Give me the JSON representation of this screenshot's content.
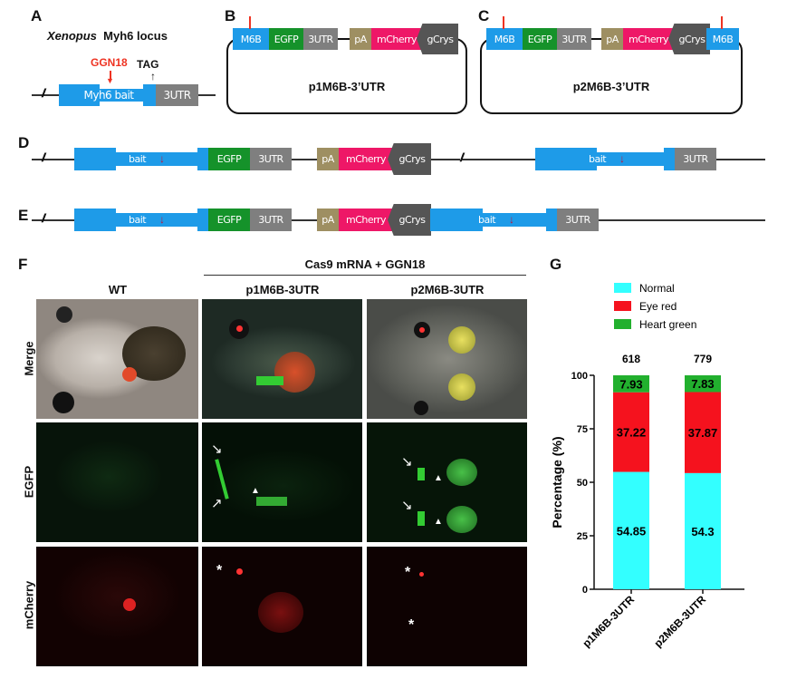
{
  "panels": {
    "A": "A",
    "B": "B",
    "C": "C",
    "D": "D",
    "E": "E",
    "F": "F",
    "G": "G"
  },
  "panel_a": {
    "title_italic": "Xenopus",
    "title_rest": "Myh6 locus",
    "guide": "GGN18",
    "tag": "TAG",
    "bait": "Myh6 bait",
    "utr": "3UTR"
  },
  "panel_b": {
    "segments": [
      "M6B",
      "EGFP",
      "3UTR",
      "pA",
      "mCherry",
      "gCrys"
    ],
    "name": "p1M6B-3’UTR"
  },
  "panel_c": {
    "segments": [
      "M6B",
      "EGFP",
      "3UTR",
      "pA",
      "mCherry",
      "gCrys",
      "M6B"
    ],
    "name": "p2M6B-3’UTR"
  },
  "panel_d": {
    "bait": "bait",
    "egfp": "EGFP",
    "utr": "3UTR",
    "pa": "pA",
    "mcherry": "mCherry",
    "gcrys": "gCrys"
  },
  "panel_e": {
    "bait": "bait",
    "egfp": "EGFP",
    "utr": "3UTR",
    "pa": "pA",
    "mcherry": "mCherry",
    "gcrys": "gCrys"
  },
  "panel_f": {
    "header": "Cas9 mRNA + GGN18",
    "columns": [
      "WT",
      "p1M6B-3UTR",
      "p2M6B-3UTR"
    ],
    "rows": [
      "Merge",
      "EGFP",
      "mCherry"
    ],
    "star": "*"
  },
  "chart_data": {
    "type": "bar",
    "stacked": true,
    "categories": [
      "p1M6B-3UTR",
      "p2M6B-3UTR"
    ],
    "totals": [
      "618",
      "779"
    ],
    "series": [
      {
        "name": "Normal",
        "values": [
          54.85,
          54.3
        ],
        "color": "#33ffff"
      },
      {
        "name": "Eye red",
        "values": [
          37.22,
          37.87
        ],
        "color": "#f5121e"
      },
      {
        "name": "Heart green",
        "values": [
          7.93,
          7.83
        ],
        "color": "#22b02e"
      }
    ],
    "value_labels": [
      [
        "54.85",
        "37.22",
        "7.93"
      ],
      [
        "54.3",
        "37.87",
        "7.83"
      ]
    ],
    "ylabel": "Percentage (%)",
    "ylim": [
      0,
      100
    ],
    "yticks": [
      "0",
      "25",
      "50",
      "75",
      "100"
    ],
    "legend": "top"
  }
}
